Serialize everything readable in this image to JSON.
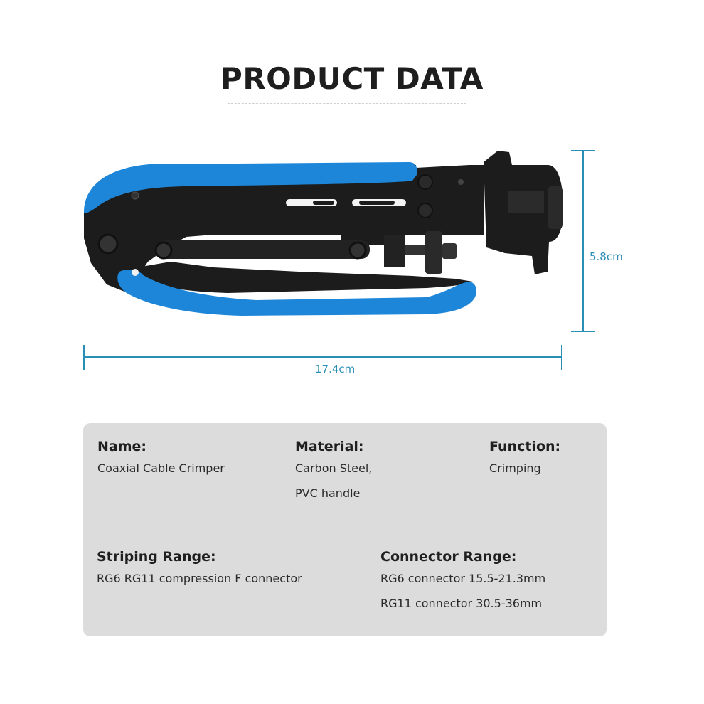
{
  "header": {
    "title": "PRODUCT DATA"
  },
  "dimensions": {
    "width": "17.4cm",
    "height": "5.8cm"
  },
  "colors": {
    "accent_blue": "#1e86d8",
    "tool_black": "#1b1b1b",
    "dimension_line": "#2a8fb5",
    "panel_bg": "#dcdcdc"
  },
  "specs": {
    "name": {
      "label": "Name:",
      "lines": [
        "Coaxial Cable Crimper"
      ]
    },
    "material": {
      "label": "Material:",
      "lines": [
        "Carbon Steel,",
        "PVC handle"
      ]
    },
    "function": {
      "label": "Function:",
      "lines": [
        "Crimping"
      ]
    },
    "striping_range": {
      "label": "Striping Range:",
      "lines": [
        "RG6 RG11 compression F connector"
      ]
    },
    "connector_range": {
      "label": "Connector Range:",
      "lines": [
        "RG6 connector 15.5-21.3mm",
        "RG11 connector 30.5-36mm"
      ]
    }
  }
}
